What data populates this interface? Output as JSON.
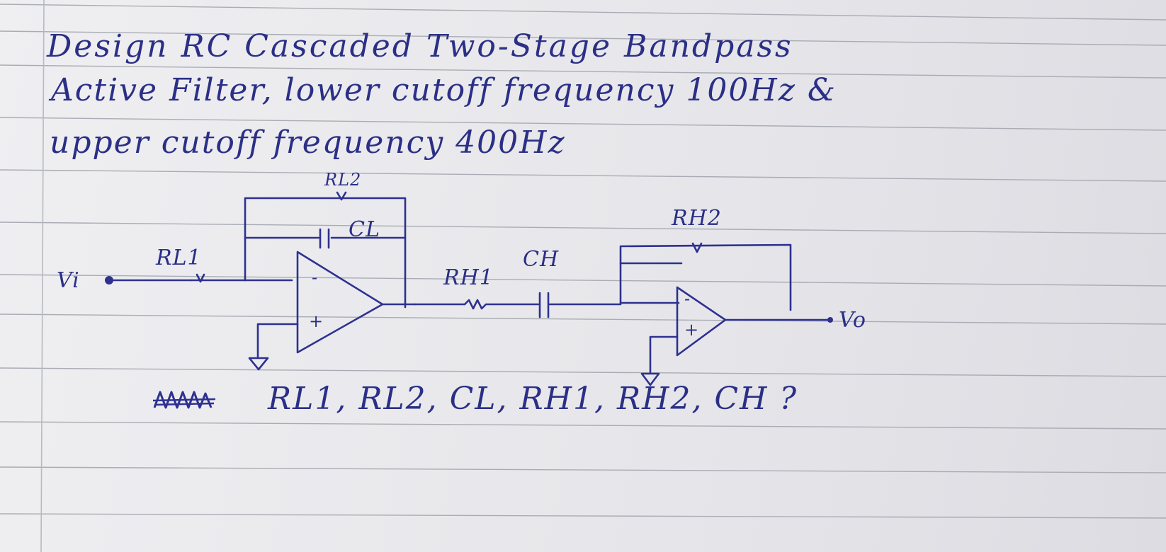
{
  "problem": {
    "line1": "Design RC Cascaded Two-Stage Bandpass",
    "line2": "Active Filter, lower cutoff frequency 100Hz &",
    "line3": "upper cutoff frequency 400Hz"
  },
  "circuit_labels": {
    "vin": "Vi",
    "rl1": "RL1",
    "rl2": "RL2",
    "cl": "CL",
    "rh1": "RH1",
    "ch": "CH",
    "rh2": "RH2",
    "vo": "Vo",
    "opamp_minus": "-",
    "opamp_plus": "+"
  },
  "question": "RL1, RL2, CL, RH1, RH2, CH ?",
  "colors": {
    "ink": "#2b2f86",
    "paper": "#ececef",
    "ruling": "#a9acb4"
  }
}
